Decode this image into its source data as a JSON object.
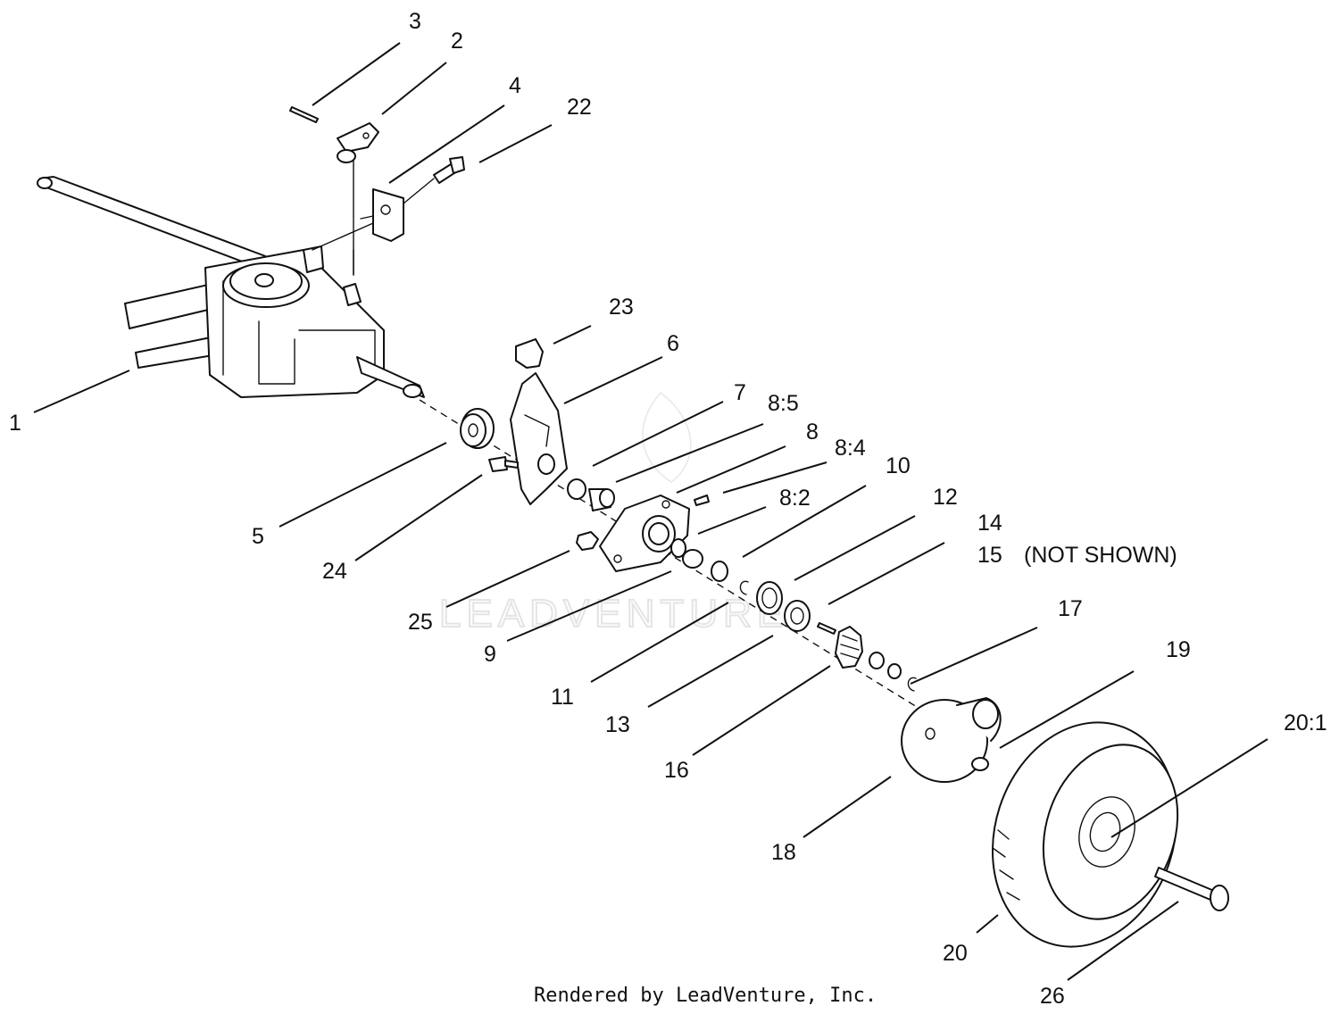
{
  "labels": {
    "p1": "1",
    "p2": "2",
    "p3": "3",
    "p4": "4",
    "p5": "5",
    "p6": "6",
    "p7": "7",
    "p8": "8",
    "p8_2": "8:2",
    "p8_4": "8:4",
    "p8_5": "8:5",
    "p9": "9",
    "p10": "10",
    "p11": "11",
    "p12": "12",
    "p13": "13",
    "p14": "14",
    "p15": "15",
    "p15_note": "(NOT SHOWN)",
    "p16": "16",
    "p17": "17",
    "p18": "18",
    "p19": "19",
    "p20": "20",
    "p20_1": "20:1",
    "p22": "22",
    "p23": "23",
    "p24": "24",
    "p25": "25",
    "p26": "26"
  },
  "watermark": "LEADVENTURE",
  "footer": "Rendered by LeadVenture, Inc."
}
